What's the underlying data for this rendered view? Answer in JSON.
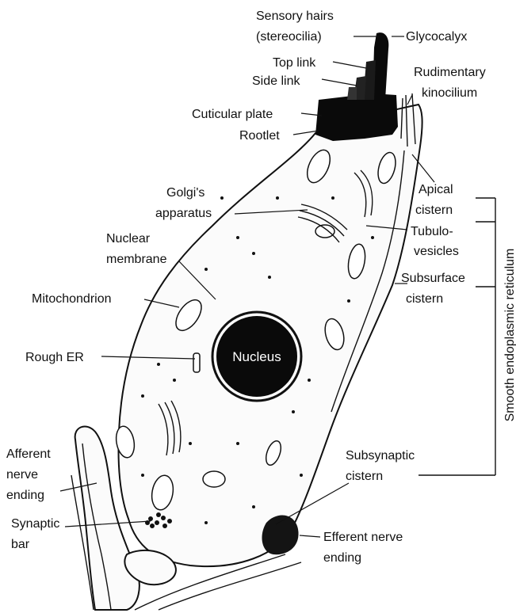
{
  "labels": {
    "sensory_hairs_line1": "Sensory hairs",
    "sensory_hairs_line2": "(stereocilia)",
    "glycocalyx": "Glycocalyx",
    "top_link": "Top link",
    "side_link": "Side link",
    "rudimentary_line1": "Rudimentary",
    "rudimentary_line2": "kinocilium",
    "cuticular_plate": "Cuticular plate",
    "rootlet": "Rootlet",
    "golgi_line1": "Golgi's",
    "golgi_line2": "apparatus",
    "apical_line1": "Apical",
    "apical_line2": "cistern",
    "tubulo_line1": "Tubulo-",
    "tubulo_line2": "vesicles",
    "nuclear_line1": "Nuclear",
    "nuclear_line2": "membrane",
    "subsurface_line1": "Subsurface",
    "subsurface_line2": "cistern",
    "mitochondrion": "Mitochondrion",
    "smooth_er": "Smooth endoplasmic reticulum",
    "rough_er": "Rough ER",
    "nucleus": "Nucleus",
    "afferent_line1": "Afferent",
    "afferent_line2": "nerve",
    "afferent_line3": "ending",
    "subsynaptic_line1": "Subsynaptic",
    "subsynaptic_line2": "cistern",
    "synaptic_line1": "Synaptic",
    "synaptic_line2": "bar",
    "efferent_line1": "Efferent nerve",
    "efferent_line2": "ending"
  }
}
